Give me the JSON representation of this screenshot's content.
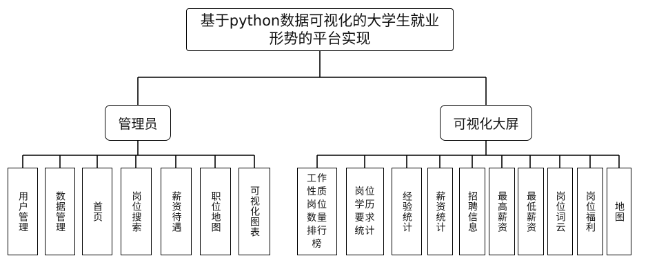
{
  "root": {
    "title": "基于python数据可视化的大学生就业形势的平台实现"
  },
  "groups": [
    {
      "label": "管理员",
      "children": [
        "用户管理",
        "数据管理",
        "首页",
        "岗位搜索",
        "薪资待遇",
        "职位地图",
        "可视化图表"
      ]
    },
    {
      "label": "可视化大屏",
      "children": [
        "工作性质岗位数量排行榜",
        "岗位学历要求统计",
        "经验统计",
        "薪资统计",
        "招聘信息",
        "最高薪资",
        "最低薪资",
        "岗位词云",
        "岗位福利",
        "地图"
      ]
    }
  ]
}
